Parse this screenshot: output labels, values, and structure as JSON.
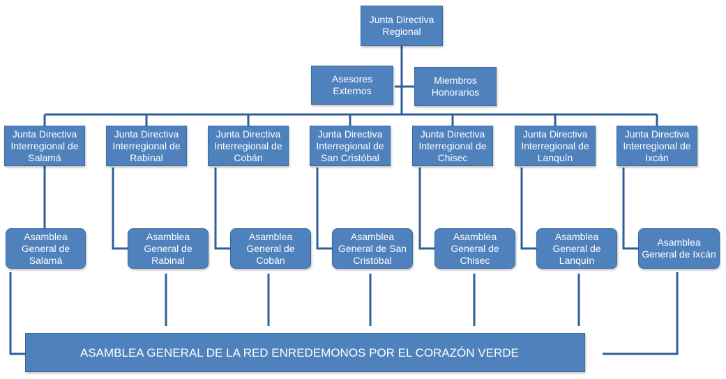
{
  "top": {
    "label": "Junta Directiva\nRegional"
  },
  "advisors": [
    {
      "label": "Asesores\nExternos"
    },
    {
      "label": "Miembros\nHonorarios"
    }
  ],
  "juntas": [
    {
      "label": "Junta Directiva\nInterregional de\nSalamá"
    },
    {
      "label": "Junta Directiva\nInterregional de\nRabinal"
    },
    {
      "label": "Junta Directiva\nInterregional de\nCobán"
    },
    {
      "label": "Junta Directiva\nInterregional de\nSan  Cristóbal"
    },
    {
      "label": "Junta Directiva\nInterregional de\nChisec"
    },
    {
      "label": "Junta Directiva\nInterregional de\nLanquín"
    },
    {
      "label": "Junta Directiva\nInterregional de\nIxcán"
    }
  ],
  "asambleas": [
    {
      "label": "Asamblea\nGeneral de\nSalamá"
    },
    {
      "label": "Asamblea\nGeneral de\nRabinal"
    },
    {
      "label": "Asamblea\nGeneral de\nCobán"
    },
    {
      "label": "Asamblea\nGeneral de San\nCristóbal"
    },
    {
      "label": "Asamblea\nGeneral de\nChisec"
    },
    {
      "label": "Asamblea\nGeneral de\nLanquín"
    },
    {
      "label": "Asamblea\nGeneral de Ixcán"
    }
  ],
  "general": {
    "label": "ASAMBLEA GENERAL DE LA RED ENREDEMONOS POR EL CORAZÓN VERDE"
  },
  "colors": {
    "box_fill": "#4f81bd",
    "line": "#2f5f98",
    "text": "#ffffff"
  }
}
